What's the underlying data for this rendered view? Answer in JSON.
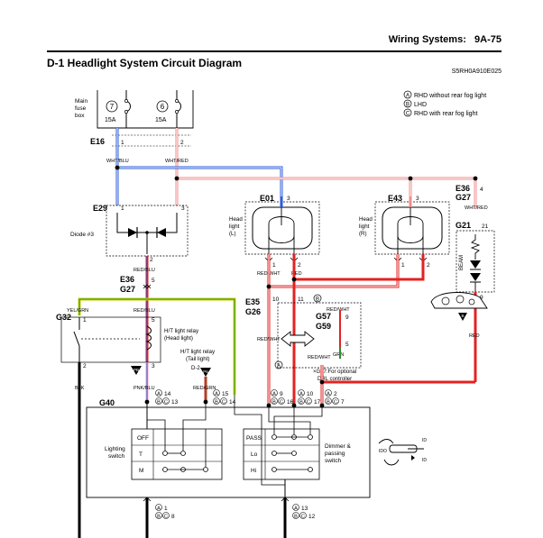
{
  "header": {
    "section": "Wiring Systems:",
    "page": "9A-75"
  },
  "title": "D-1 Headlight System Circuit Diagram",
  "code": "S5RH0A910E025",
  "legend": [
    {
      "key": "A",
      "text": "RHD without rear fog light"
    },
    {
      "key": "B",
      "text": "LHD"
    },
    {
      "key": "C",
      "text": "RHD with rear fog light"
    }
  ],
  "fusebox": {
    "label_l1": "Main",
    "label_l2": "fuse",
    "label_l3": "box",
    "fuse1_num": "7",
    "fuse1_amp": "15A",
    "fuse2_num": "6",
    "fuse2_amp": "15A"
  },
  "connectors": {
    "e16": "E16",
    "e29": "E29",
    "e36_l": "E36",
    "g27_l": "G27",
    "g32": "G32",
    "g40": "G40",
    "e01": "E01",
    "e43": "E43",
    "e36_r": "E36",
    "g27_r": "G27",
    "g21": "G21",
    "e35": "E35",
    "g26": "G26",
    "g57": "G57",
    "g59": "G59"
  },
  "pins": {
    "e16_1": "1",
    "e16_2": "2",
    "e29_1": "1",
    "e29_3": "3",
    "e29_2": "2",
    "e36_5": "5",
    "g32_1": "1",
    "g32_5": "5",
    "g32_2": "2",
    "g32_3": "3",
    "e01_3": "3",
    "e01_1": "1",
    "e01_2": "2",
    "e43_3": "3",
    "e43_1": "1",
    "e43_2": "2",
    "e36r_4": "4",
    "g21_21": "21",
    "g21_9": "9",
    "e35_10": "10",
    "e35_11": "11",
    "g57_9": "9",
    "g57_5": "5",
    "g40_a14": "14",
    "g40_bc13": "13",
    "g40_a15": "15",
    "g40_bc14": "14",
    "g40_a9": "9",
    "g40_bc16": "16",
    "g40_a10": "10",
    "g40_bc17": "17",
    "g40_a2": "2",
    "g40_bc7": "7",
    "b_a1": "1",
    "b_bc8": "8",
    "b_a13": "13",
    "b_bc12": "12"
  },
  "wires": {
    "wht_blu": "WHT/BLU",
    "wht_red": "WHT/RED",
    "red_blu_1": "RED/BLU",
    "red_blu_2": "RED/BLU",
    "yel_grn": "YEL/GRN",
    "blk": "BLK",
    "pnk_blu": "PNK/BLU",
    "red_grn": "RED/GRN",
    "red_wht_1": "RED/WHT",
    "red_1": "RED",
    "red_wht_2": "RED/WHT",
    "red_wht_3": "RED/WHT",
    "wht_red_2": "WHT/RED",
    "red_2": "RED",
    "red_wht_4": "RED/WHT",
    "grn": "GRN"
  },
  "components": {
    "diode": "Diode #3",
    "head_l_l1": "Head",
    "head_l_l2": "light",
    "head_l_l3": "(L)",
    "head_r_l1": "Head",
    "head_r_l2": "light",
    "head_r_l3": "(R)",
    "beam": "BEAM",
    "relay1_l1": "H/T light relay",
    "relay1_l2": "(Head light)",
    "relay2_l1": "H/T light relay",
    "relay2_l2": "(Tail light)",
    "relay2_ref": "D-2",
    "drl_note_l1": "×G57:For optional",
    "drl_note_l2": "DRL controller",
    "lighting_l1": "Lighting",
    "lighting_l2": "switch",
    "dimmer_l1": "Dimmer &",
    "dimmer_l2": "passing",
    "dimmer_l3": "switch",
    "sw_off": "OFF",
    "sw_t": "T",
    "sw_m": "M",
    "sw_pass": "PASS",
    "sw_lo": "Lo",
    "sw_hi": "Hi"
  },
  "tags": {
    "pb": "PB",
    "pg": "P6",
    "tag_b": "B",
    "tag_a": "A",
    "tag_b2": "B"
  },
  "colors": {
    "red": "#e32222",
    "white_red": "#f08c8c",
    "blue": "#2a5bd7",
    "yel_grn": "#c8d400",
    "wire_black": "#000000"
  }
}
